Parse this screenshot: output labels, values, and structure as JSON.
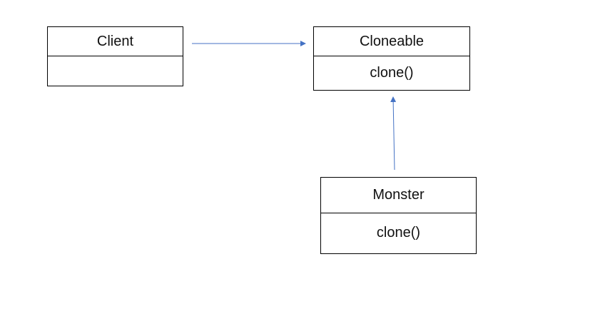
{
  "diagram": {
    "classes": {
      "client": {
        "name": "Client",
        "methods": ""
      },
      "cloneable": {
        "name": "Cloneable",
        "methods": "clone()"
      },
      "monster": {
        "name": "Monster",
        "methods": "clone()"
      }
    },
    "relations": [
      {
        "from": "Client",
        "to": "Cloneable"
      },
      {
        "from": "Monster",
        "to": "Cloneable"
      }
    ],
    "colors": {
      "border": "#000000",
      "arrow": "#4472c4"
    }
  }
}
